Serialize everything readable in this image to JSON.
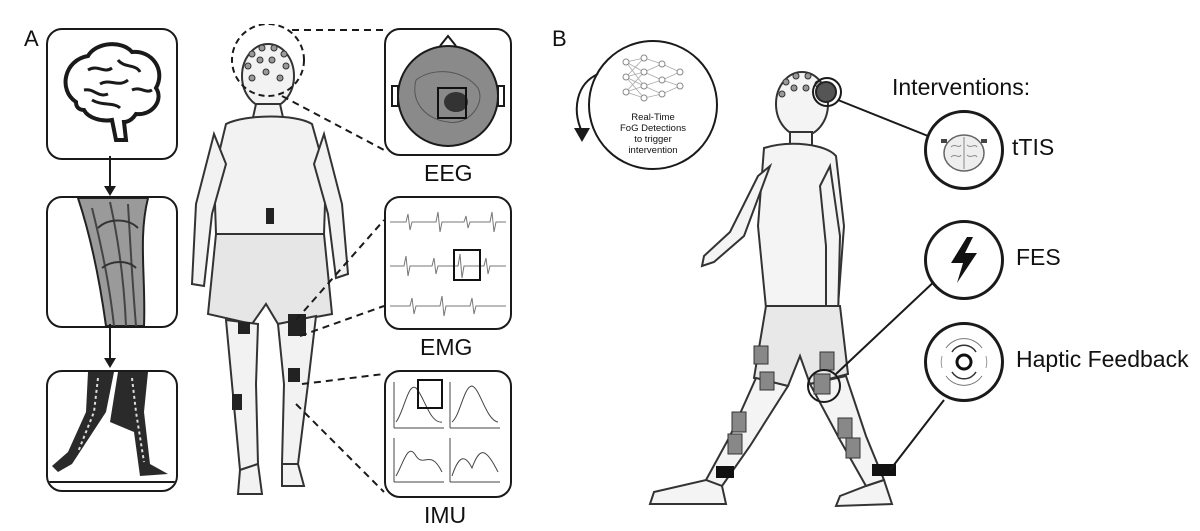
{
  "panelA": {
    "letter": "A"
  },
  "panelB": {
    "letter": "B"
  },
  "signals": {
    "eeg": "EEG",
    "emg": "EMG",
    "imu": "IMU"
  },
  "detector": {
    "line1": "Real-Time",
    "line2": "FoG Detections",
    "line3": "to trigger",
    "line4": "intervention"
  },
  "interventions": {
    "title": "Interventions:",
    "ttis": "tTIS",
    "fes": "FES",
    "haptic": "Haptic Feedback"
  },
  "colors": {
    "ink": "#1a1a1a",
    "eegSkin": "#8a8a8a",
    "sensor": "#222222",
    "pad": "#888888"
  }
}
